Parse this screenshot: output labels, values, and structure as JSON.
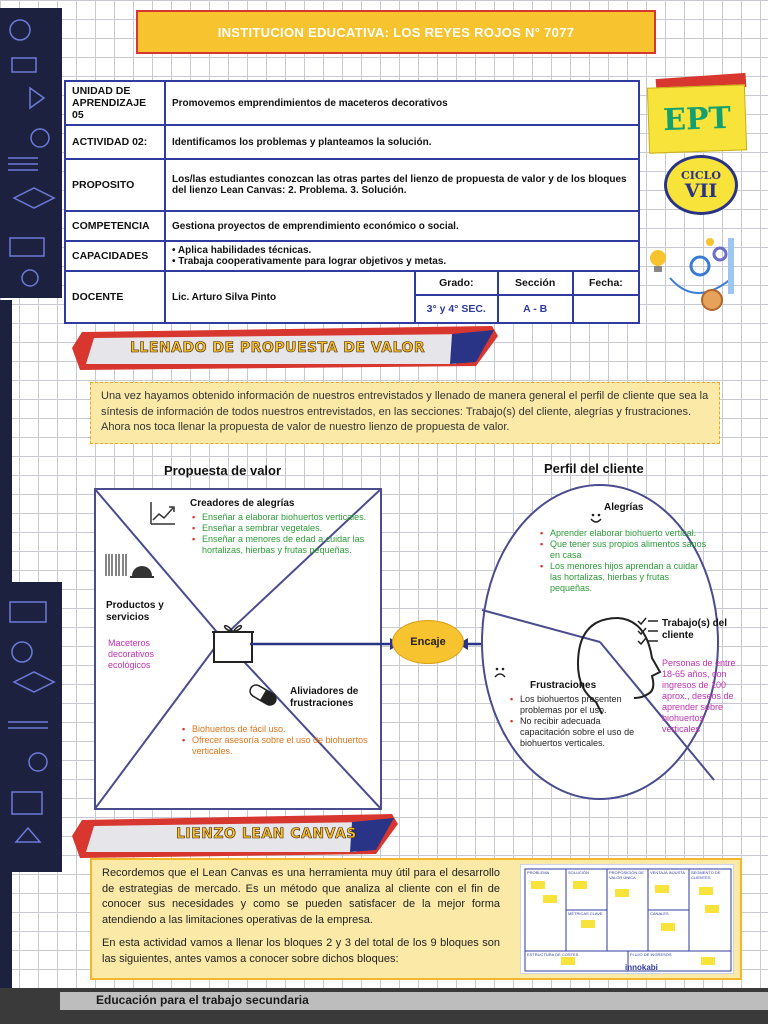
{
  "header": {
    "institution": "INSTITUCION EDUCATIVA:  LOS REYES ROJOS N° 7077"
  },
  "info": {
    "unidad_label": "UNIDAD DE APRENDIZAJE 05",
    "unidad_value": "Promovemos emprendimientos de maceteros decorativos",
    "actividad_label": "ACTIVIDAD 02:",
    "actividad_value": "Identificamos los problemas y planteamos la solución.",
    "proposito_label": "PROPOSITO",
    "proposito_value": "Los/las estudiantes conozcan las otras partes del lienzo de propuesta de valor y de los bloques del lienzo Lean Canvas: 2. Problema. 3. Solución.",
    "competencia_label": "COMPETENCIA",
    "competencia_value": "Gestiona proyectos de emprendimiento económico o social.",
    "capacidades_label": "CAPACIDADES",
    "capacidades": [
      "Aplica habilidades técnicas.",
      "Trabaja cooperativamente para lograr objetivos y metas."
    ],
    "docente_label": "DOCENTE",
    "docente_value": "Lic. Arturo Silva Pinto",
    "grado_label": "Grado:",
    "grado_value": "3° y 4° SEC.",
    "seccion_label": "Sección",
    "seccion_value": "A - B",
    "fecha_label": "Fecha:",
    "fecha_value": ""
  },
  "badge": {
    "ept": "EPT",
    "ciclo": "CICLO",
    "ciclo_num": "VII"
  },
  "section1": {
    "title": "LLENADO DE PROPUESTA DE VALOR",
    "intro": "Una vez hayamos obtenido información de nuestros entrevistados y llenado de manera general el perfil de cliente que sea la síntesis de información de todos nuestros entrevistados, en las secciones: Trabajo(s) del cliente, alegrías y frustraciones. Ahora nos toca llenar la propuesta de valor de nuestro lienzo de propuesta de valor."
  },
  "value_prop": {
    "title": "Propuesta de valor",
    "creadores_title": "Creadores de alegrías",
    "creadores": [
      "Enseñar a elaborar biohuertos verticales.",
      "Enseñar a sembrar vegetales.",
      "Enseñar a menores de edad a cuidar las hortalizas, hierbas y frutas pequeñas."
    ],
    "productos_title": "Productos y servicios",
    "productos_value": "Maceteros decorativos ecológicos",
    "aliviadores_title": "Aliviadores de frustraciones",
    "aliviadores": [
      "Biohuertos de fácil uso.",
      "Ofrecer asesoría sobre el uso de biohuertos verticales."
    ]
  },
  "encaje": "Encaje",
  "client_profile": {
    "title": "Perfil del cliente",
    "alegrias_title": "Alegrías",
    "alegrias": [
      "Aprender elaborar biohuerto vertical.",
      "Que tener sus propios alimentos sanos en casa",
      "Los menores hijos aprendan a cuidar las hortalizas, hierbas y frutas pequeñas."
    ],
    "trabajos_title": "Trabajo(s) del cliente",
    "trabajos_value": "Personas de entre 18-65 años, con ingresos de 100 aprox., deseos de aprender sobre biohuertos verticales",
    "frustraciones_title": "Frustraciones",
    "frustraciones": [
      "Los biohuertos presenten problemas por el uso.",
      "No recibir adecuada capacitación sobre el uso de biohuertos verticales."
    ]
  },
  "section2": {
    "title": "LIENZO LEAN CANVAS",
    "p1": "Recordemos que el Lean Canvas es una herramienta muy útil para el desarrollo de estrategias de mercado.  Es un método que analiza al cliente con el fin de conocer sus necesidades y como se pueden satisfacer de la mejor forma atendiendo a las limitaciones operativas de la empresa.",
    "p2": "En esta actividad vamos a llenar los bloques 2 y 3 del total de los 9 bloques son las siguientes, antes vamos a conocer sobre dichos bloques:",
    "canvas_headers": [
      "PROBLEMA",
      "SOLUCIÓN",
      "PROPOSICIÓN DE VALOR ÚNICA",
      "VENTAJA INJUSTA",
      "SEGMENTO DE CLIENTES",
      "MÉTRICAS CLAVE",
      "CANALES",
      "ESTRUCTURA DE COSTES",
      "FLUJO DE INGRESOS"
    ],
    "canvas_brand": "innokabi"
  },
  "footer": {
    "text": "Educación para el trabajo secundaria"
  },
  "colors": {
    "table_border": "#2f3b9e",
    "header_fill": "#f7c32e",
    "accent_red": "#d8372f",
    "ept_green": "#14a06e",
    "navy": "#1d2140"
  }
}
